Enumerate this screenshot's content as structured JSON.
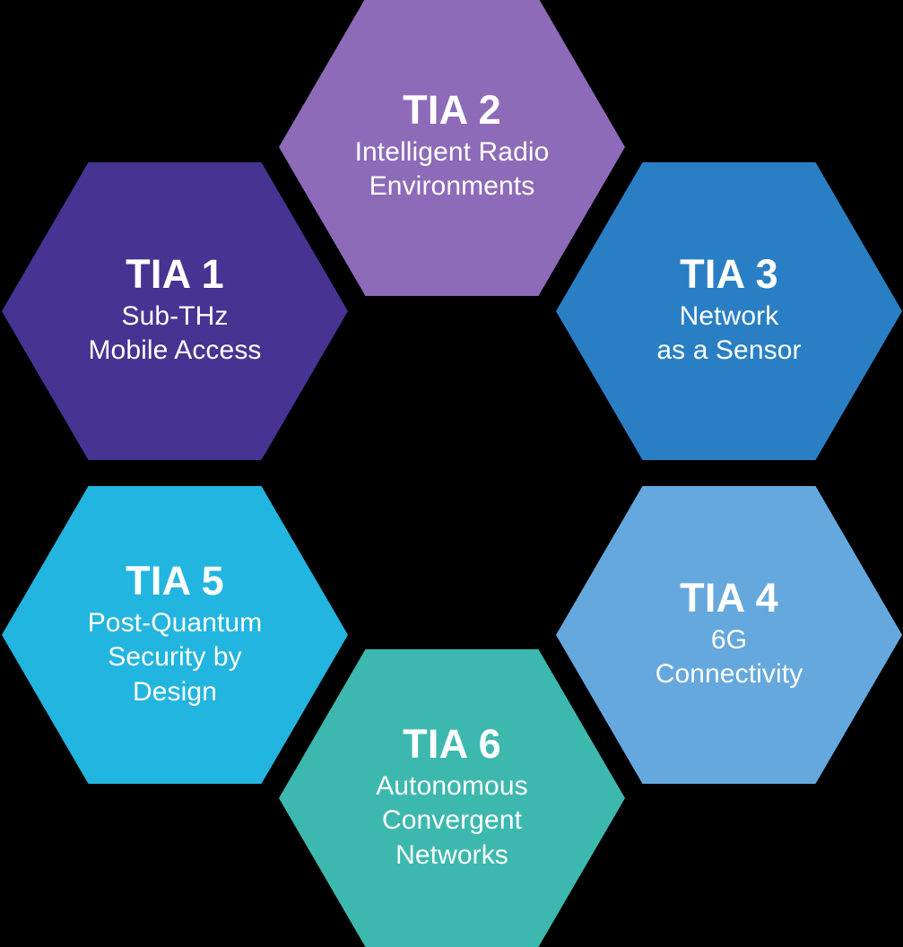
{
  "diagram": {
    "name": "TIA hexagon wheel",
    "background_color": "#000000",
    "text_color": "#ffffff",
    "hexagons": [
      {
        "id": "tia1",
        "title": "TIA 1",
        "subtitle_lines": [
          "Sub-THz",
          "Mobile Access"
        ],
        "color": "#473391"
      },
      {
        "id": "tia2",
        "title": "TIA 2",
        "subtitle_lines": [
          "Intelligent Radio",
          "Environments"
        ],
        "color": "#8d6bb8"
      },
      {
        "id": "tia3",
        "title": "TIA 3",
        "subtitle_lines": [
          "Network",
          "as a Sensor"
        ],
        "color": "#2a7fc4"
      },
      {
        "id": "tia4",
        "title": "TIA 4",
        "subtitle_lines": [
          "6G",
          "Connectivity"
        ],
        "color": "#65a8de"
      },
      {
        "id": "tia5",
        "title": "TIA 5",
        "subtitle_lines": [
          "Post-Quantum",
          "Security by",
          "Design"
        ],
        "color": "#22b5df"
      },
      {
        "id": "tia6",
        "title": "TIA 6",
        "subtitle_lines": [
          "Autonomous",
          "Convergent",
          "Networks"
        ],
        "color": "#3db8ae"
      }
    ]
  }
}
